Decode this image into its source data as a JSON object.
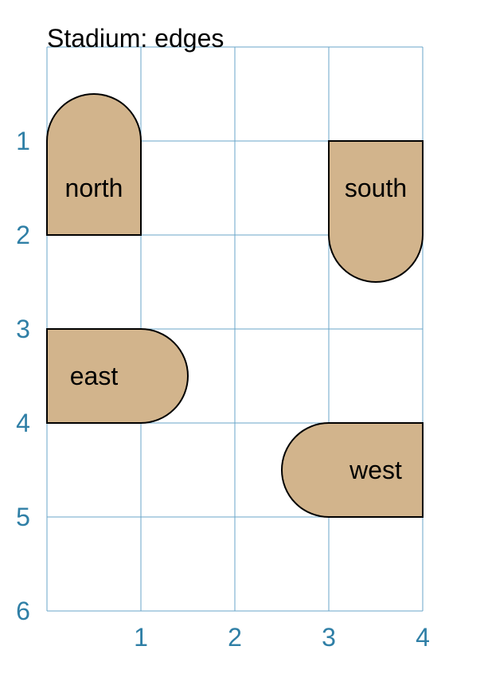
{
  "title": "Stadium: edges",
  "grid": {
    "cols": 4,
    "rows": 6,
    "x_labels": [
      "1",
      "2",
      "3",
      "4"
    ],
    "y_labels": [
      "1",
      "2",
      "3",
      "4",
      "5",
      "6"
    ],
    "line_color": "#6aa6c8",
    "label_color": "#2f7fa6"
  },
  "shape_fill": "#d2b48c",
  "shapes": [
    {
      "label": "north",
      "round_edge": "top",
      "col": 0,
      "row": 1,
      "w": 1,
      "h": 1
    },
    {
      "label": "south",
      "round_edge": "bottom",
      "col": 3,
      "row": 1,
      "w": 1,
      "h": 1
    },
    {
      "label": "east",
      "round_edge": "right",
      "col": 0,
      "row": 3,
      "w": 1,
      "h": 1
    },
    {
      "label": "west",
      "round_edge": "left",
      "col": 3,
      "row": 4,
      "w": 1,
      "h": 1
    }
  ]
}
